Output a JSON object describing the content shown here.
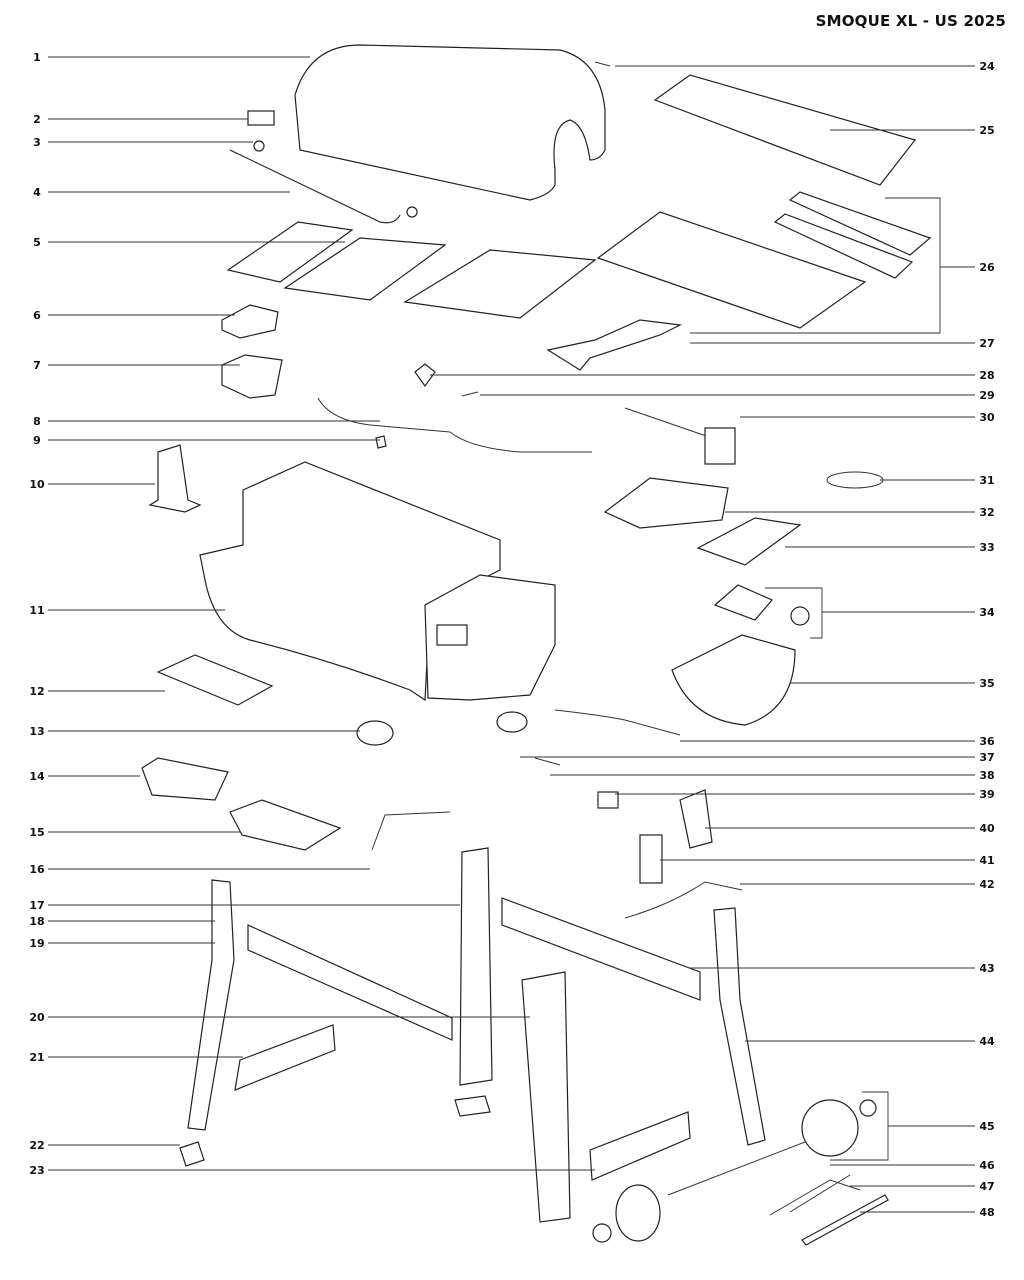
{
  "title": "SMOQUE XL - US 2025",
  "left_labels": [
    "1",
    "2",
    "3",
    "4",
    "5",
    "6",
    "7",
    "8",
    "9",
    "10",
    "11",
    "12",
    "13",
    "14",
    "15",
    "16",
    "17",
    "18",
    "19",
    "20",
    "21",
    "22",
    "23"
  ],
  "right_labels": [
    "24",
    "25",
    "26",
    "27",
    "28",
    "29",
    "30",
    "31",
    "32",
    "33",
    "34",
    "35",
    "36",
    "37",
    "38",
    "39",
    "40",
    "41",
    "42",
    "43",
    "44",
    "45",
    "46",
    "47",
    "48"
  ]
}
